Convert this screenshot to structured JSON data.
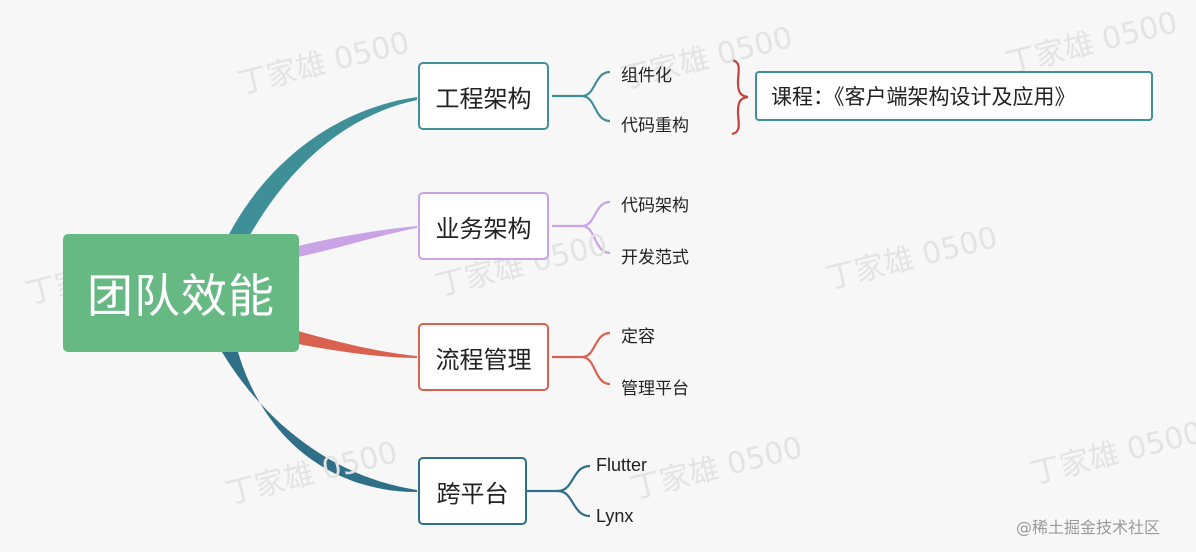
{
  "root": {
    "label": "团队效能",
    "color": "#66b983"
  },
  "branches": [
    {
      "label": "工程架构",
      "color": "#3f8f99",
      "children": [
        "组件化",
        "代码重构"
      ]
    },
    {
      "label": "业务架构",
      "color": "#c9a3e6",
      "children": [
        "代码架构",
        "开发范式"
      ]
    },
    {
      "label": "流程管理",
      "color": "#d9614f",
      "children": [
        "定容",
        "管理平台"
      ]
    },
    {
      "label": "跨平台",
      "color": "#2f6f87",
      "children": [
        "Flutter",
        "Lynx"
      ]
    }
  ],
  "callout": {
    "label": "课程：《客户端架构设计及应用》",
    "border_color": "#3f8f99",
    "brace_color": "#c2453d"
  },
  "watermark": "丁家雄 0500",
  "source": "@稀土掘金技术社区"
}
